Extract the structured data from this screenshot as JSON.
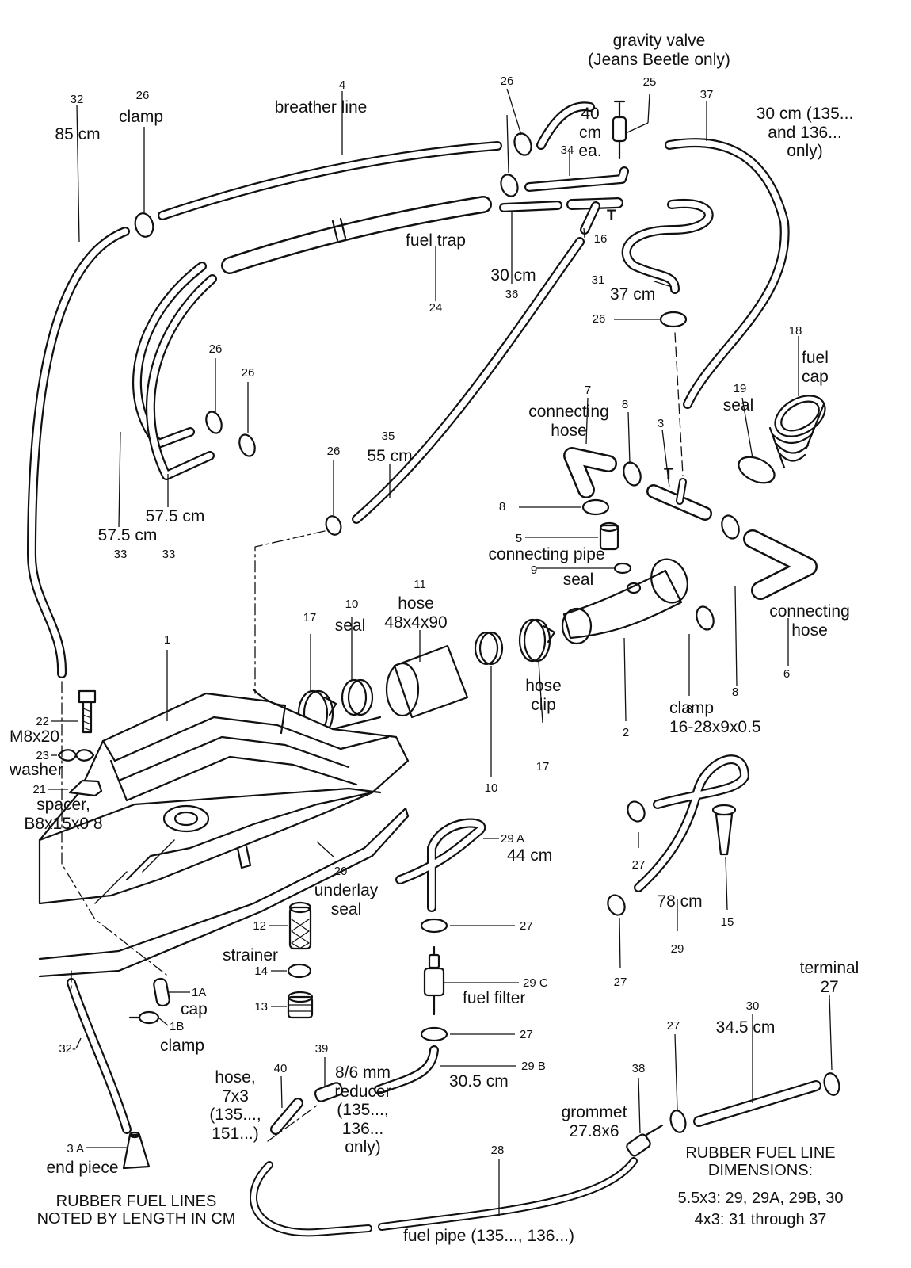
{
  "parts": {
    "p1": "1",
    "p1a": "1A",
    "p1a_name": "cap",
    "p1b": "1B",
    "p1b_name": "clamp",
    "p2": "2",
    "p3": "3",
    "p3_t": "T",
    "p3a": "3 A",
    "p3a_name": "end piece",
    "p4": "4",
    "p4_name": "breather line",
    "p5": "5",
    "p5_name": "connecting pipe",
    "p6": "6",
    "p6_name": "connecting\nhose",
    "p7": "7",
    "p7_name": "connecting\nhose",
    "p8_a": "8",
    "p8_b": "8",
    "p8_c": "8",
    "p8_d": "8",
    "p8_clamp": "clamp\n16-28x9x0.5",
    "p9": "9",
    "p9_name": "seal",
    "p10_top": "10",
    "p10_name": "seal",
    "p10_bottom": "10",
    "p11": "11",
    "p11_name": "hose\n48x4x90",
    "p12": "12",
    "p12_name": "strainer",
    "p13": "13",
    "p14": "14",
    "p15": "15",
    "p16": "16",
    "p16_t": "T",
    "p17_top": "17",
    "p17_bottom": "17",
    "p17_name": "hose\nclip",
    "p18": "18",
    "p18_name": "fuel\ncap",
    "p19": "19",
    "p19_name": "seal",
    "p20": "20",
    "p20_name": "underlay\nseal",
    "p21": "21",
    "p21_name": "spacer,\nB8x15x0 8",
    "p22": "22",
    "p22_name": "M8x20",
    "p23": "23",
    "p23_name": "washer",
    "p24": "24",
    "p24_name": "fuel trap",
    "p25": "25",
    "p25_name": "gravity valve\n(Jeans Beetle only)",
    "p26_a": "26",
    "p26_a_name": "clamp",
    "p26_b": "26",
    "p26_c": "26",
    "p26_d": "26",
    "p26_e": "26",
    "p26_f": "26",
    "p27_a": "27",
    "p27_b": "27",
    "p27_c": "27",
    "p27_d": "27",
    "p27_e": "27",
    "p27_term": "terminal\n27",
    "p28": "28",
    "p28_name": "fuel pipe (135..., 136...)",
    "p29": "29",
    "p29_len": "78 cm",
    "p29a": "29 A",
    "p29a_len": "44 cm",
    "p29b": "29 B",
    "p29b_len": "30.5 cm",
    "p29c": "29 C",
    "p29c_name": "fuel filter",
    "p30": "30",
    "p30_len": "34.5 cm",
    "p31": "31",
    "p31_len": "37 cm",
    "p32_top": "32",
    "p32_len": "85 cm",
    "p32_bottom": "32-",
    "p33_a": "33",
    "p33_b": "33",
    "p33_a_len": "57.5 cm",
    "p33_b_len": "57.5 cm",
    "p34": "34",
    "p34_len": "40\ncm\nea.",
    "p35": "35",
    "p35_len": "55 cm",
    "p36": "36",
    "p36_len": "30 cm",
    "p37": "37",
    "p37_len": "30 cm (135...\nand 136...\nonly)",
    "p38": "38",
    "p38_name": "grommet\n27.8x6",
    "p39": "39",
    "p39_name": "8/6 mm\nreducer\n(135...,\n136...\nonly)",
    "p40": "40",
    "p40_name": "hose,\n7x3\n(135...,\n151...)"
  },
  "notes": {
    "left": "RUBBER FUEL LINES\nNOTED BY LENGTH IN CM",
    "right_title": "RUBBER FUEL LINE\nDIMENSIONS:",
    "right_line1": "5.5x3: 29, 29A, 29B, 30",
    "right_line2": "4x3: 31 through 37"
  },
  "colors": {
    "ink": "#111111",
    "paper": "#ffffff"
  }
}
